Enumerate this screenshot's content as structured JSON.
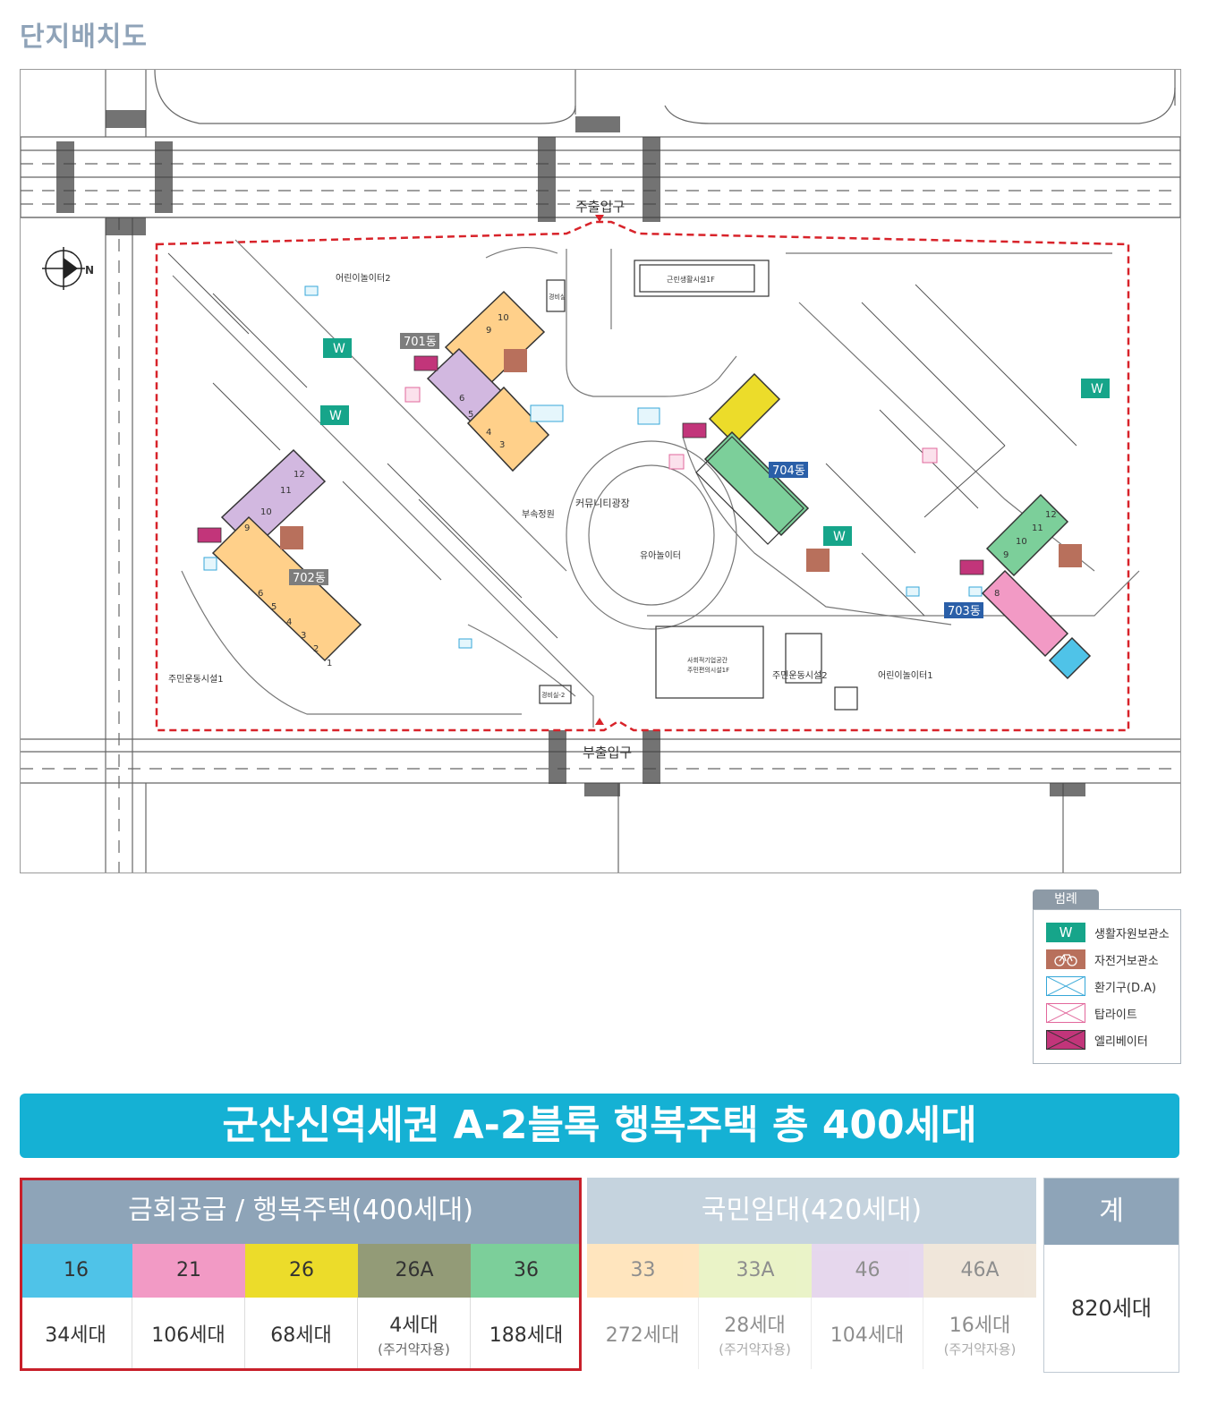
{
  "page": {
    "title": "단지배치도"
  },
  "map": {
    "main_entrance": "주출입구",
    "sub_entrance": "부출입구",
    "north": "N",
    "buildings": [
      {
        "label": "701동"
      },
      {
        "label": "702동"
      },
      {
        "label": "703동"
      },
      {
        "label": "704동"
      }
    ],
    "facilities": {
      "playground2": "어린이놀이터2",
      "playground1": "어린이놀이터1",
      "community_square": "커뮤니티광장",
      "toddler_playground": "유아놀이터",
      "garden": "부속정원",
      "sports1": "주민운동시설1",
      "sports2": "주민운동시설2",
      "neighborhood": "근린생활시설1F",
      "social_enterprise_1": "사회적기업공간",
      "social_enterprise_2": "주민편의시설1F",
      "guard1": "경비실",
      "guard2": "경비실-2",
      "w_mark": "W"
    },
    "colors": {
      "unit16": "#4fc3e8",
      "unit21": "#f29ac5",
      "unit26": "#ecdc2a",
      "unit26A": "#939b77",
      "unit36": "#7ccf9a",
      "unit33": "#ffd08a",
      "unit33A": "#d9ea9b",
      "unit46": "#d2b8e0",
      "unit46A": "#e4d3bd",
      "boundary": "#d8232a"
    }
  },
  "legend": {
    "title": "범례",
    "items": [
      {
        "icon": "w-icon",
        "label": "생활자원보관소",
        "color": "#16a58a"
      },
      {
        "icon": "bicycle-icon",
        "label": "자전거보관소",
        "color": "#b8705c"
      },
      {
        "icon": "vent-icon",
        "label": "환기구(D.A)",
        "color": "#36a7d8"
      },
      {
        "icon": "toplight-icon",
        "label": "탑라이트",
        "color": "#e2689c"
      },
      {
        "icon": "elevator-icon",
        "label": "엘리베이터",
        "color": "#c2357a"
      }
    ]
  },
  "banner": {
    "text": "군산신역세권 A-2블록 행복주택 총 400세대"
  },
  "table": {
    "group1": {
      "header": "금회공급 / 행복주택(400세대)",
      "color": "#8ea4b8",
      "columns": [
        {
          "type": "16",
          "count": "34세대",
          "note": "",
          "color": "#4fc3e8"
        },
        {
          "type": "21",
          "count": "106세대",
          "note": "",
          "color": "#f29ac5"
        },
        {
          "type": "26",
          "count": "68세대",
          "note": "",
          "color": "#ecdc2a"
        },
        {
          "type": "26A",
          "count": "4세대",
          "note": "(주거약자용)",
          "color": "#939b77"
        },
        {
          "type": "36",
          "count": "188세대",
          "note": "",
          "color": "#7ccf9a"
        }
      ]
    },
    "group2": {
      "header": "국민임대(420세대)",
      "color": "#c5d3de",
      "columns": [
        {
          "type": "33",
          "count": "272세대",
          "note": "",
          "color": "#ffd08a"
        },
        {
          "type": "33A",
          "count": "28세대",
          "note": "(주거약자용)",
          "color": "#d9ea9b"
        },
        {
          "type": "46",
          "count": "104세대",
          "note": "",
          "color": "#d2b8e0"
        },
        {
          "type": "46A",
          "count": "16세대",
          "note": "(주거약자용)",
          "color": "#e4d3bd"
        }
      ]
    },
    "total": {
      "header": "계",
      "value": "820세대",
      "color": "#8ea4b8"
    }
  }
}
